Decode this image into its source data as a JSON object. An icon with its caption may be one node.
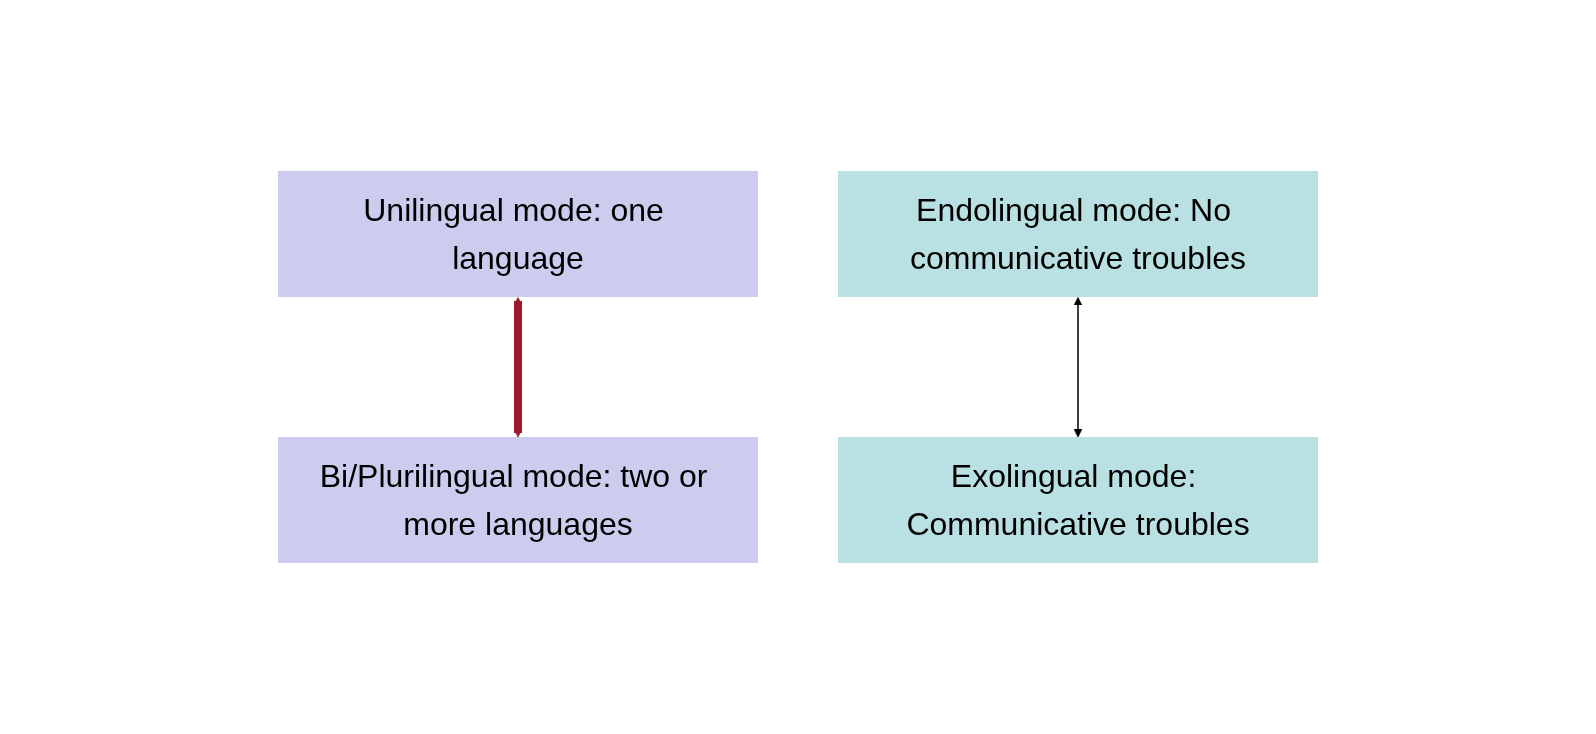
{
  "diagram": {
    "nodes": [
      {
        "text": [
          "Unilingual mode: one language"
        ]
      },
      {
        "text": [
          "Endolingual mode: No communicative troubles"
        ]
      },
      {
        "text": [
          "Exolingual mode: Communicative troubles"
        ]
      },
      {
        "text": [
          "Bi/Plurilingual mode: two or more languages"
        ]
      }
    ],
    "edges": [
      {
        "from": 0,
        "to": 3,
        "arrow": "both",
        "style": "thick",
        "color": "#9b1b2b"
      },
      {
        "from": 1,
        "to": 2,
        "arrow": "both",
        "color": "#000000"
      }
    ]
  }
}
